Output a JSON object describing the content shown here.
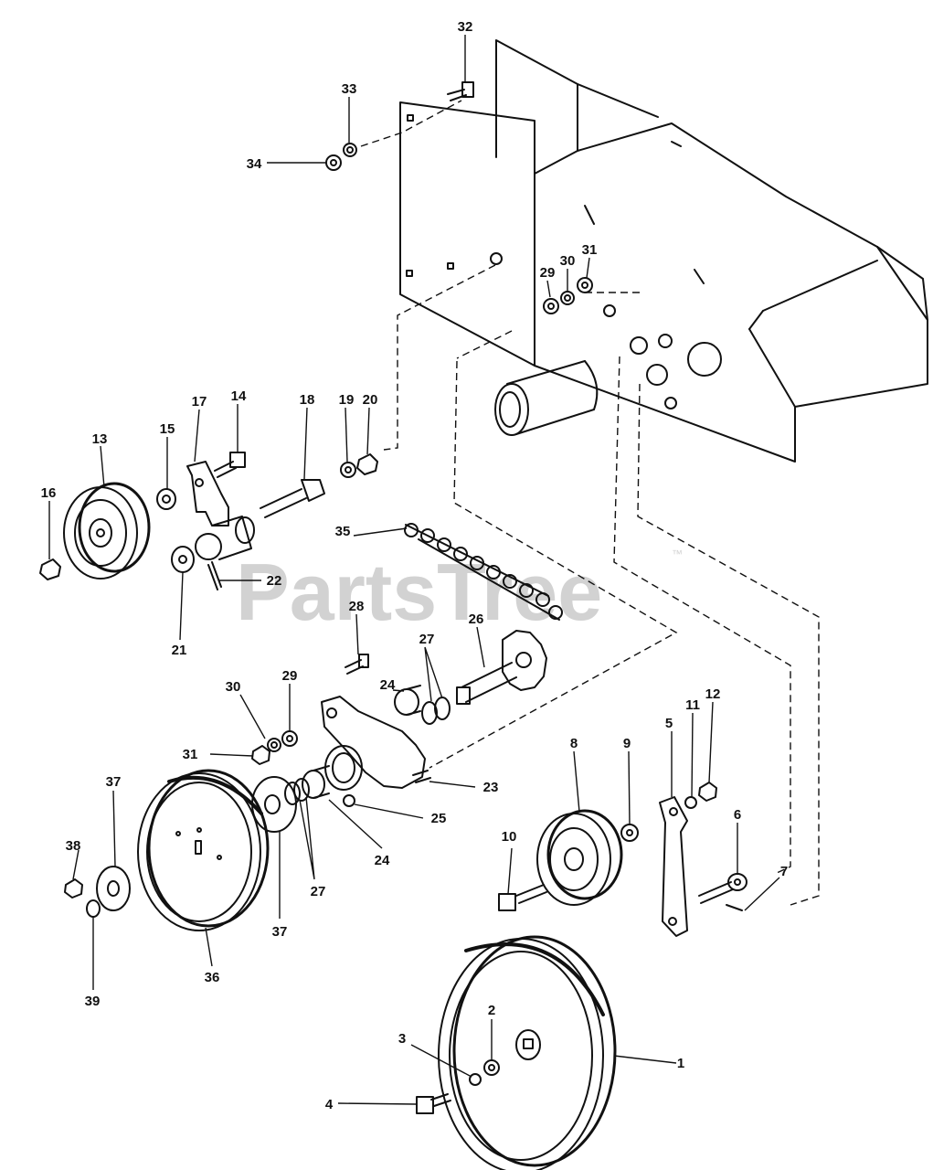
{
  "watermark": {
    "text": "PartsTree",
    "trademark": "™"
  },
  "parts": [
    {
      "id": "1",
      "label": "1"
    },
    {
      "id": "2",
      "label": "2"
    },
    {
      "id": "3",
      "label": "3"
    },
    {
      "id": "4",
      "label": "4"
    },
    {
      "id": "5",
      "label": "5"
    },
    {
      "id": "6",
      "label": "6"
    },
    {
      "id": "7",
      "label": "7"
    },
    {
      "id": "8",
      "label": "8"
    },
    {
      "id": "9",
      "label": "9"
    },
    {
      "id": "10",
      "label": "10"
    },
    {
      "id": "11",
      "label": "11"
    },
    {
      "id": "12",
      "label": "12"
    },
    {
      "id": "13",
      "label": "13"
    },
    {
      "id": "14",
      "label": "14"
    },
    {
      "id": "15",
      "label": "15"
    },
    {
      "id": "16",
      "label": "16"
    },
    {
      "id": "17",
      "label": "17"
    },
    {
      "id": "18",
      "label": "18"
    },
    {
      "id": "19",
      "label": "19"
    },
    {
      "id": "20",
      "label": "20"
    },
    {
      "id": "21",
      "label": "21"
    },
    {
      "id": "22",
      "label": "22"
    },
    {
      "id": "23",
      "label": "23"
    },
    {
      "id": "24a",
      "label": "24"
    },
    {
      "id": "24b",
      "label": "24"
    },
    {
      "id": "25",
      "label": "25"
    },
    {
      "id": "26",
      "label": "26"
    },
    {
      "id": "27a",
      "label": "27"
    },
    {
      "id": "27b",
      "label": "27"
    },
    {
      "id": "28",
      "label": "28"
    },
    {
      "id": "29a",
      "label": "29"
    },
    {
      "id": "29b",
      "label": "29"
    },
    {
      "id": "30a",
      "label": "30"
    },
    {
      "id": "30b",
      "label": "30"
    },
    {
      "id": "31a",
      "label": "31"
    },
    {
      "id": "31b",
      "label": "31"
    },
    {
      "id": "32",
      "label": "32"
    },
    {
      "id": "33",
      "label": "33"
    },
    {
      "id": "34",
      "label": "34"
    },
    {
      "id": "35",
      "label": "35"
    },
    {
      "id": "36",
      "label": "36"
    },
    {
      "id": "37a",
      "label": "37"
    },
    {
      "id": "37b",
      "label": "37"
    },
    {
      "id": "38",
      "label": "38"
    },
    {
      "id": "39",
      "label": "39"
    }
  ]
}
